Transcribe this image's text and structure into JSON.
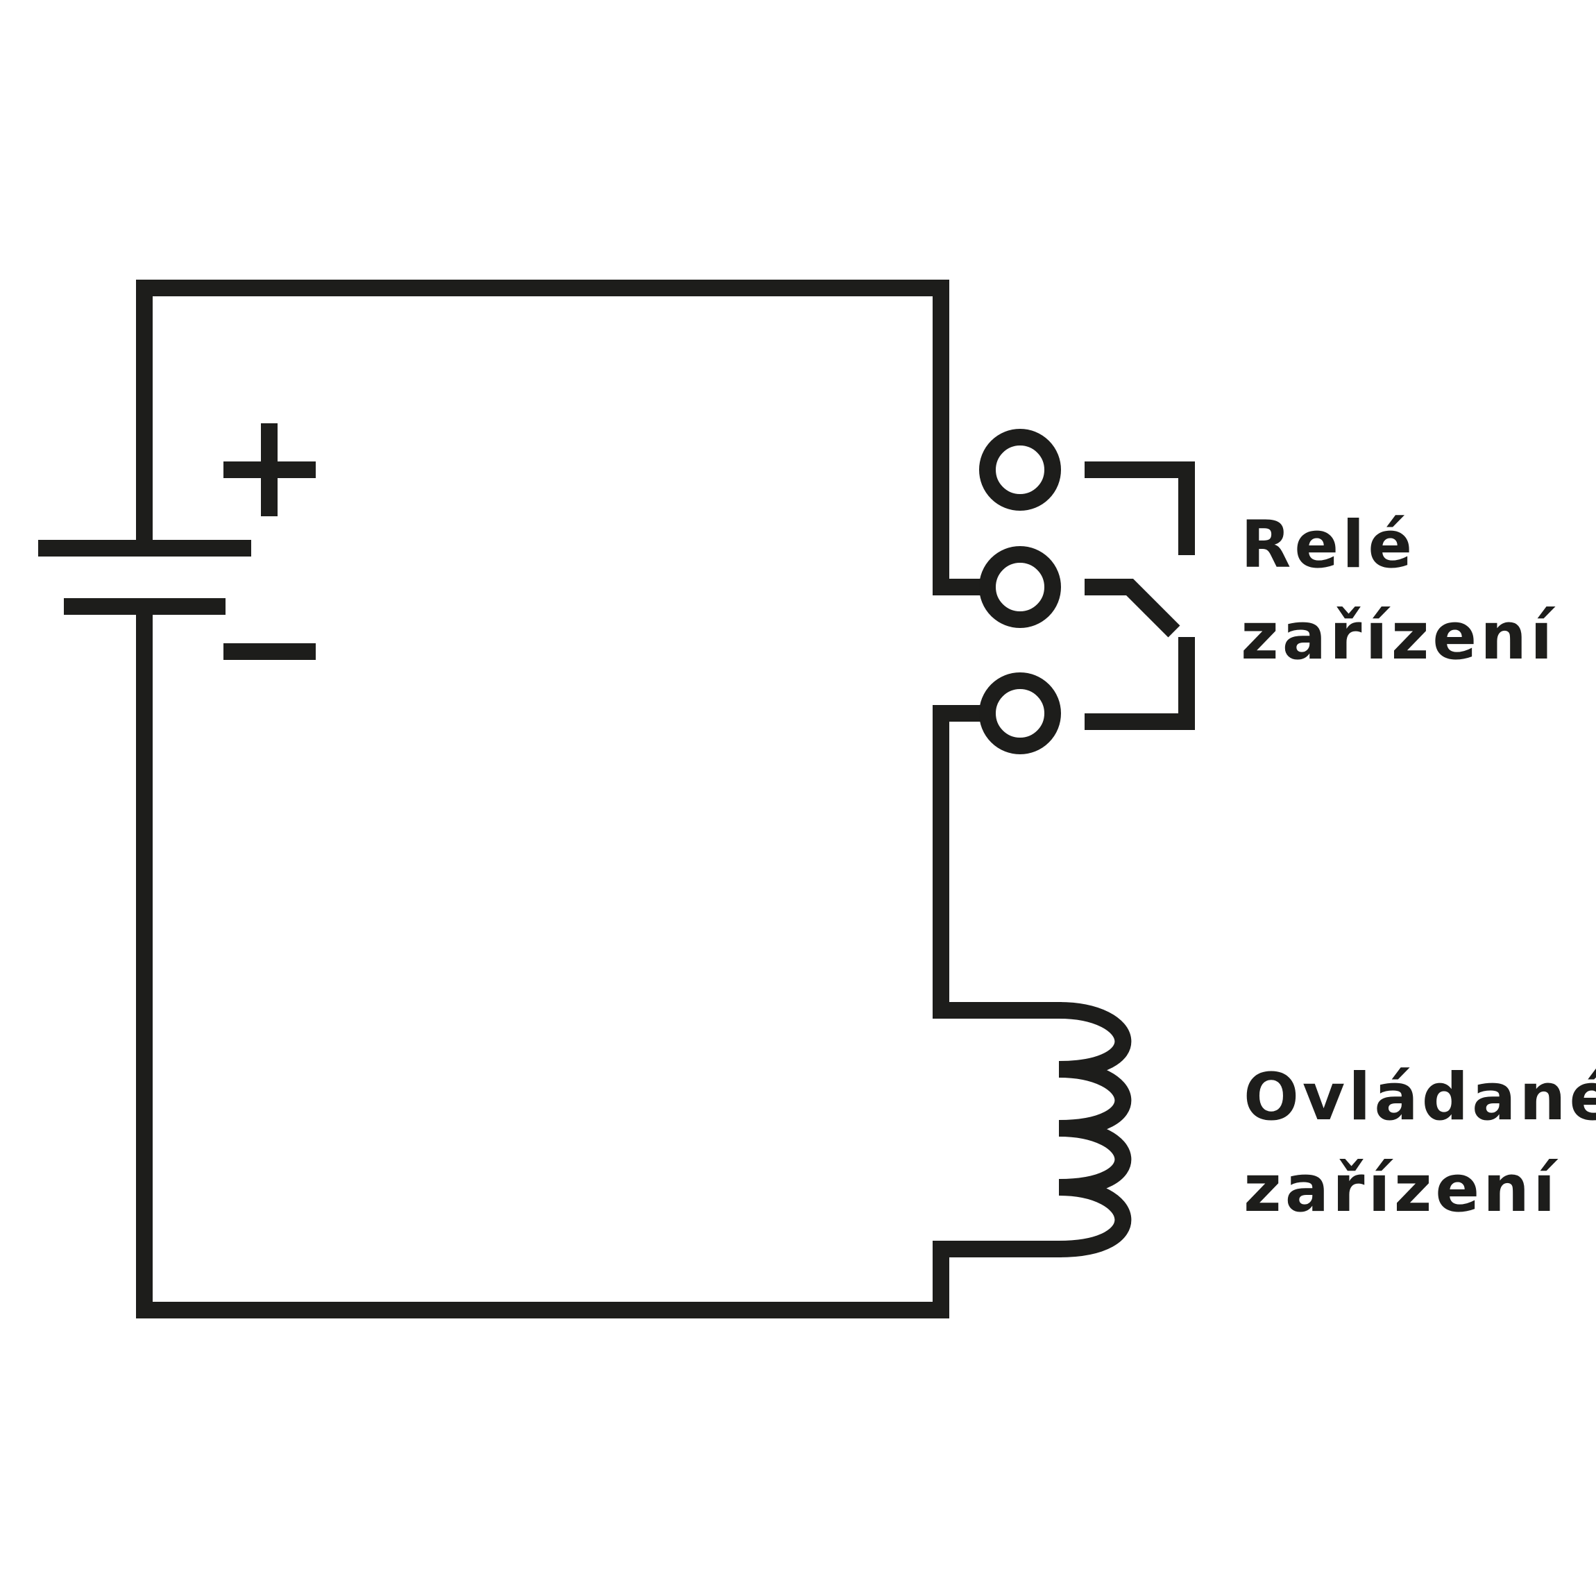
{
  "diagram": {
    "stroke_color": "#1d1d1b",
    "background": "#ffffff",
    "relay_label": {
      "line1": "Relé",
      "line2": "zařízení"
    },
    "controlled_label": {
      "line1": "Ovládané",
      "line2": "zařízení"
    },
    "battery_symbols": {
      "plus": "plus-sign",
      "minus": "minus-sign"
    }
  }
}
